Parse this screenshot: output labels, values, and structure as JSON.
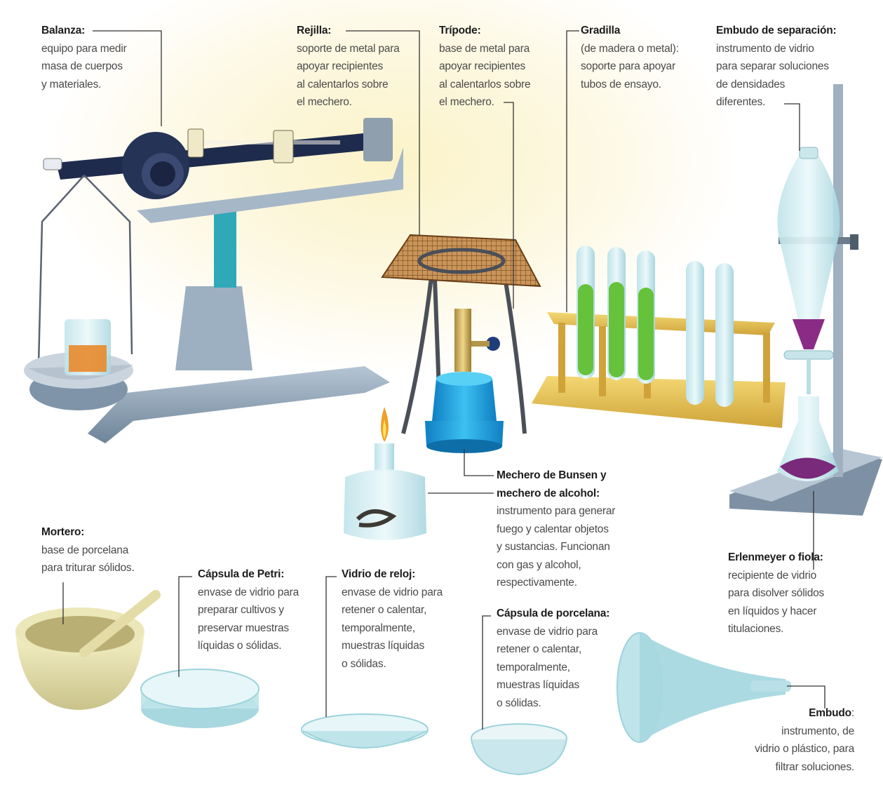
{
  "labels": {
    "balanza": {
      "title": "Balanza:",
      "desc": [
        "equipo para medir",
        "masa de cuerpos",
        "y materiales."
      ]
    },
    "rejilla": {
      "title": "Rejilla:",
      "desc": [
        "soporte de metal para",
        "apoyar recipientes",
        "al calentarlos sobre",
        "el mechero."
      ]
    },
    "tripode": {
      "title": "Trípode:",
      "desc": [
        "base de metal para",
        "apoyar recipientes",
        "al calentarlos sobre",
        "el mechero."
      ]
    },
    "gradilla": {
      "title": "Gradilla",
      "desc": [
        "(de madera o metal):",
        "soporte para apoyar",
        "tubos de ensayo."
      ]
    },
    "embudo_separacion": {
      "title": "Embudo de separación:",
      "desc": [
        "instrumento de vidrio",
        "para separar soluciones",
        "de densidades",
        "diferentes."
      ]
    },
    "mechero": {
      "title_lines": [
        "Mechero de Bunsen y",
        "mechero de alcohol:"
      ],
      "desc": [
        "instrumento para generar",
        "fuego y calentar objetos",
        "y sustancias. Funcionan",
        "con gas y alcohol,",
        "respectivamente."
      ]
    },
    "mortero": {
      "title": "Mortero:",
      "desc": [
        "base de porcelana",
        "para triturar sólidos."
      ]
    },
    "petri": {
      "title": "Cápsula de Petri:",
      "desc": [
        "envase de vidrio para",
        "preparar cultivos y",
        "preservar muestras",
        "líquidas o sólidas."
      ]
    },
    "vidrio_reloj": {
      "title": "Vidrio de reloj:",
      "desc": [
        "envase de vidrio para",
        "retener o calentar,",
        "temporalmente,",
        "muestras líquidas",
        "o sólidas."
      ]
    },
    "porcelana": {
      "title": "Cápsula de porcelana:",
      "desc": [
        "envase de vidrio para",
        "retener o calentar,",
        "temporalmente,",
        "muestras líquidas",
        "o sólidas."
      ]
    },
    "erlenmeyer": {
      "title": "Erlenmeyer o fiola:",
      "desc": [
        "recipiente de vidrio",
        "para disolver sólidos",
        "en líquidos y hacer",
        "titulaciones."
      ]
    },
    "embudo": {
      "title": "Embudo",
      "title_suffix": ":",
      "desc": [
        "instrumento, de",
        "vidrio o plástico, para",
        "filtrar soluciones."
      ]
    }
  },
  "colors": {
    "balance_steel": "#8fa4b8",
    "balance_beam": "#1f2b4d",
    "balance_post": "#2fa8b8",
    "copper_liquid": "#e88a2c",
    "burner_blue": "#1aa0e0",
    "rack_wood": "#e8c65a",
    "green_liquid": "#66c23a",
    "purple_liquid": "#7a2a7a",
    "glass": "#d6eef2",
    "porcelain": "#f1ecc0"
  }
}
